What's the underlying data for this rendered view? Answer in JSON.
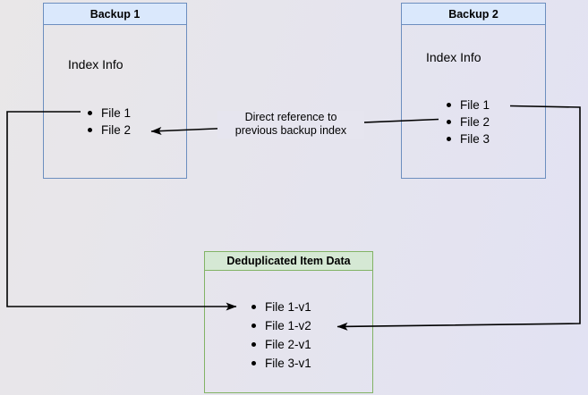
{
  "nodes": {
    "backup1": {
      "title": "Backup 1",
      "subtitle": "Index Info",
      "items": [
        "File 1",
        "File 2"
      ]
    },
    "backup2": {
      "title": "Backup 2",
      "subtitle": "Index Info",
      "items": [
        "File 1",
        "File 2",
        "File 3"
      ]
    },
    "dedup": {
      "title": "Deduplicated Item Data",
      "items": [
        "File 1-v1",
        "File 1-v2",
        "File 2-v1",
        "File 3-v1"
      ]
    }
  },
  "edge_label": {
    "line1": "Direct reference to",
    "line2": "previous backup index"
  },
  "colors": {
    "backup_header_fill": "#dae8fc",
    "backup_border": "#6c8ebf",
    "dedup_header_fill": "#d5e8d4",
    "dedup_border": "#82b366",
    "connector": "#000000"
  }
}
